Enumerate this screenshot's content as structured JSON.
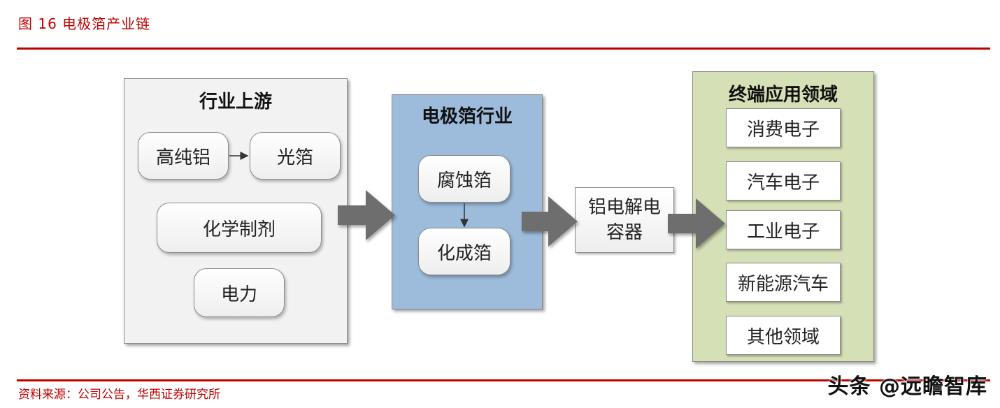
{
  "header": {
    "figure_title": "图 16  电极箔产业链"
  },
  "footer": {
    "source": "资料来源：公司公告，华西证券研究所",
    "watermark": "头条 @远瞻智库"
  },
  "upstream": {
    "title": "行业上游",
    "nodes": [
      "高纯铝",
      "光箔",
      "化学制剂",
      "电力"
    ]
  },
  "electrode": {
    "title": "电极箔行业",
    "nodes": [
      "腐蚀箔",
      "化成箔"
    ]
  },
  "capacitor": {
    "line1": "铝电解电",
    "line2": "容器"
  },
  "applications": {
    "title": "终端应用领域",
    "items": [
      "消费电子",
      "汽车电子",
      "工业电子",
      "新能源汽车",
      "其他领域"
    ]
  },
  "colors": {
    "accent_red": "#c00000",
    "electrode_panel": "#9dbbdb",
    "application_panel": "#d6e0b6",
    "arrow": "#6e6e6e"
  }
}
